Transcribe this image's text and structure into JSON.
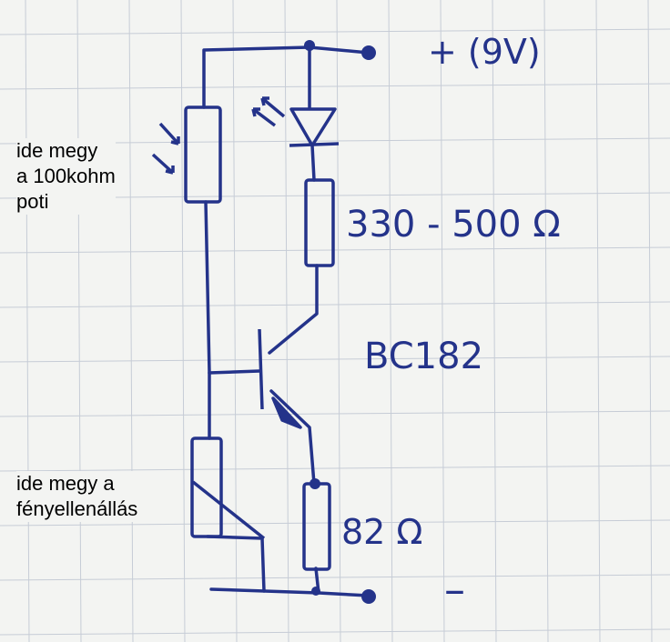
{
  "notes": {
    "potentiometer_note": "ide megy\na 100kohm\npoti",
    "photoresistor_note": "ide megy a\nfényellenállás"
  },
  "labels": {
    "supply": "+ (9V)",
    "led_resistor": "330 - 500 Ω",
    "transistor": "BC182",
    "emitter_resistor": "82 Ω",
    "ground": "–"
  },
  "colors": {
    "ink": "#24338a",
    "grid": "#c6ccd6",
    "paper": "#f3f4f2",
    "printed_text": "#000000"
  }
}
